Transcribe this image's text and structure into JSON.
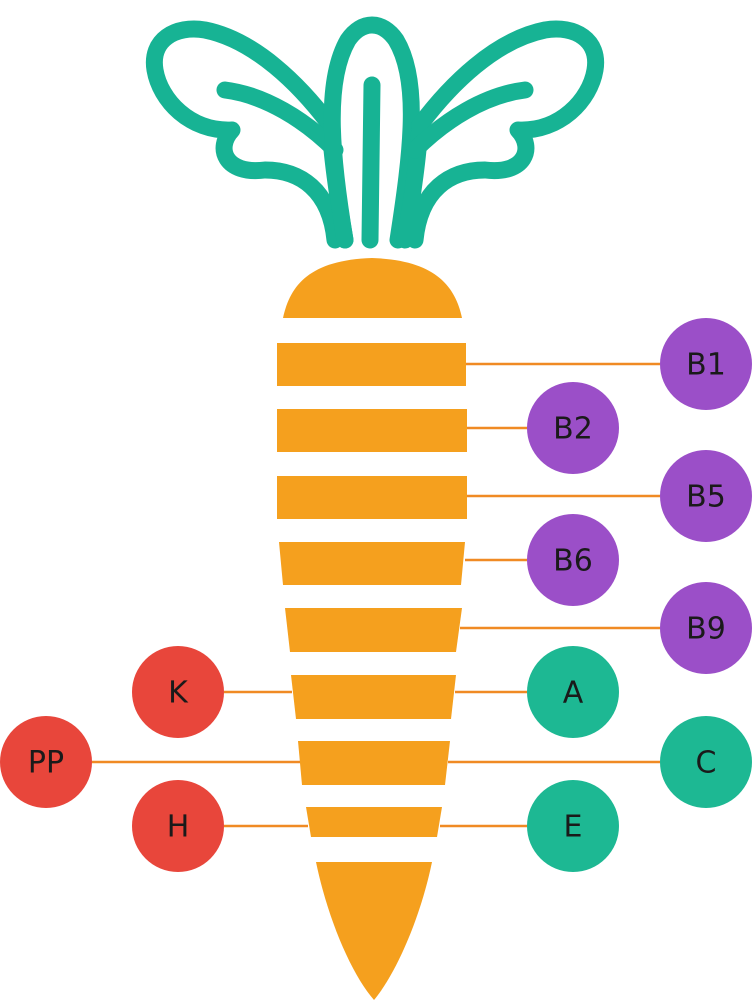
{
  "colors": {
    "background": "#ffffff",
    "carrot_orange": "#f5a01e",
    "leaf_teal": "#17b394",
    "connector_orange": "#f08a24",
    "purple": "#9b4fc8",
    "teal": "#1db893",
    "red": "#e8463b",
    "text": "#1a1a1a"
  },
  "vitamins": [
    {
      "label": "B1",
      "color": "purple"
    },
    {
      "label": "B2",
      "color": "purple"
    },
    {
      "label": "B5",
      "color": "purple"
    },
    {
      "label": "B6",
      "color": "purple"
    },
    {
      "label": "B9",
      "color": "purple"
    },
    {
      "label": "A",
      "color": "teal"
    },
    {
      "label": "C",
      "color": "teal"
    },
    {
      "label": "E",
      "color": "teal"
    },
    {
      "label": "K",
      "color": "red"
    },
    {
      "label": "PP",
      "color": "red"
    },
    {
      "label": "H",
      "color": "red"
    }
  ]
}
